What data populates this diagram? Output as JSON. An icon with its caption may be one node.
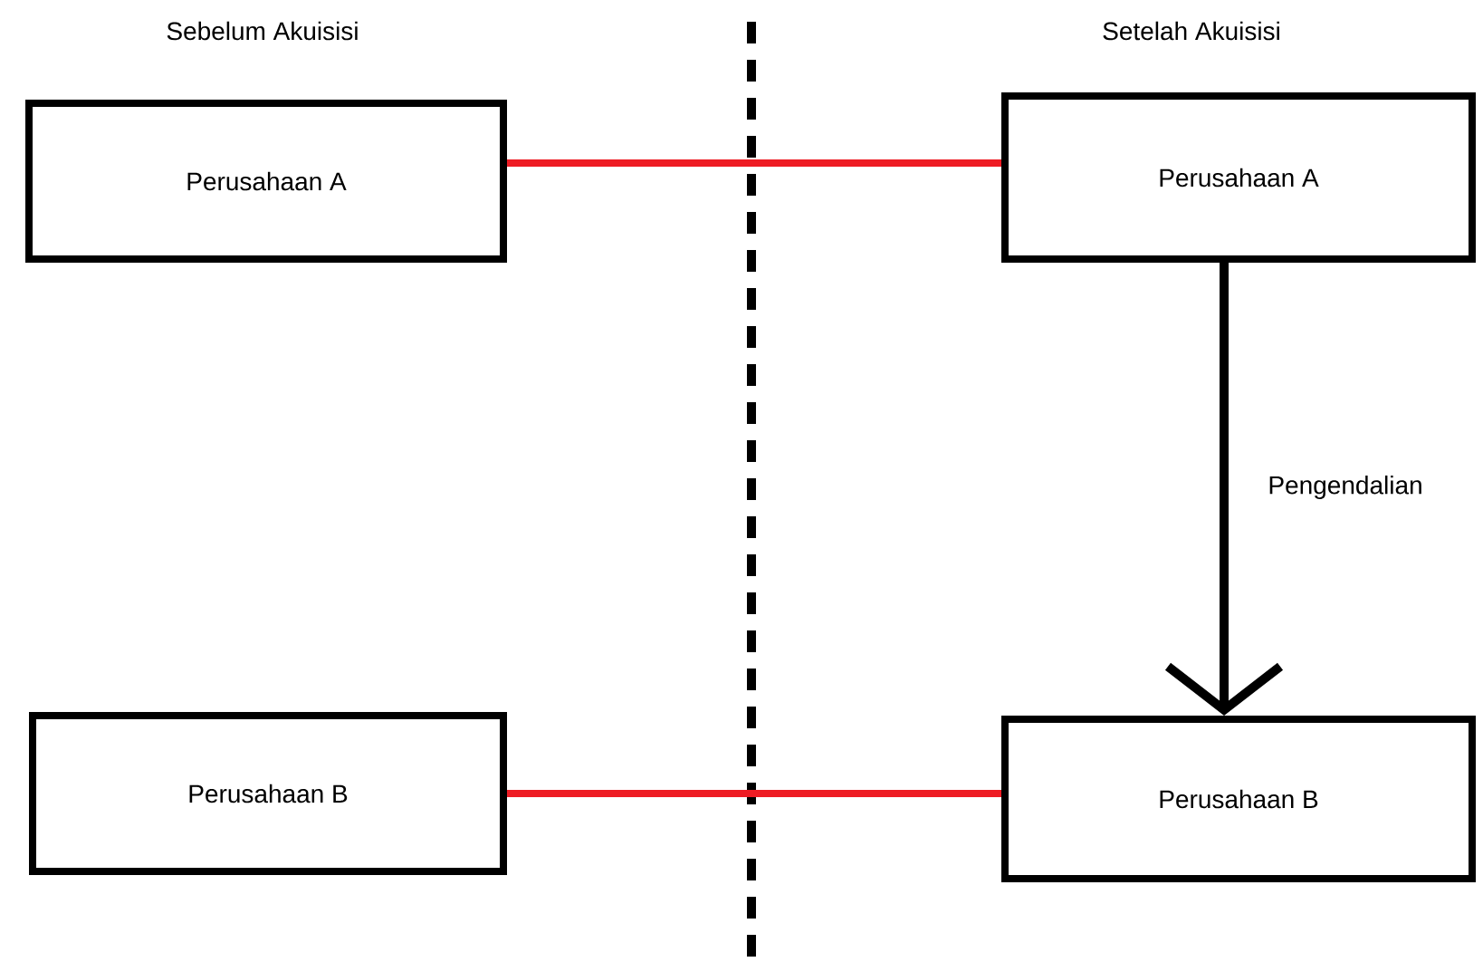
{
  "diagram": {
    "nodes": [
      {
        "text": [
          "Perusahaan A"
        ]
      },
      {
        "text": [
          "Perusahaan A"
        ]
      },
      {
        "text": [
          "Perusahaan B"
        ]
      },
      {
        "text": [
          "Perusahaan B"
        ]
      }
    ],
    "edges": [
      {
        "from": 0,
        "to": 1,
        "arrow": "none"
      },
      {
        "from": 2,
        "to": 3,
        "arrow": "none"
      },
      {
        "from": 1,
        "to": 3,
        "arrow": "to",
        "label": "Pengendalian",
        "color": "#000000"
      }
    ],
    "labels": [
      "Sebelum Akuisisi",
      "Setelah Akuisisi"
    ]
  }
}
